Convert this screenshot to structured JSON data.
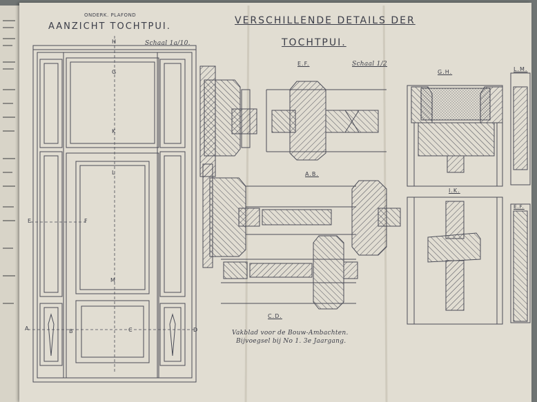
{
  "left_sheet": {
    "header": "ONDERK. PLAFOND",
    "title": "AANZICHT TOCHTPUI.",
    "scale": "Schaal 1a/10."
  },
  "main": {
    "title_line1": "VERSCHILLENDE DETAILS DER",
    "title_line2": "TOCHTPUI.",
    "detail_scale": "Schaal 1/2"
  },
  "sections": {
    "ef": "E.F.",
    "gh": "G.H.",
    "lm": "L.M.",
    "ab": "A.B.",
    "ik": "I.K.",
    "cd": "C.D.",
    "ef_small": "E.F."
  },
  "elevation_letters": {
    "h": "H",
    "g": "G",
    "k": "K",
    "l": "L",
    "m": "M",
    "e": "E",
    "f": "F",
    "a": "A",
    "b": "B",
    "c": "C",
    "d": "D"
  },
  "footer": {
    "line1": "Vakblad voor de Bouw-Ambachten.",
    "line2": "Bijvoegsel bij No 1. 3e Jaargang."
  },
  "colors": {
    "paper": "#e1ddd2",
    "ink": "#3b3d48",
    "background": "#6f7473"
  }
}
